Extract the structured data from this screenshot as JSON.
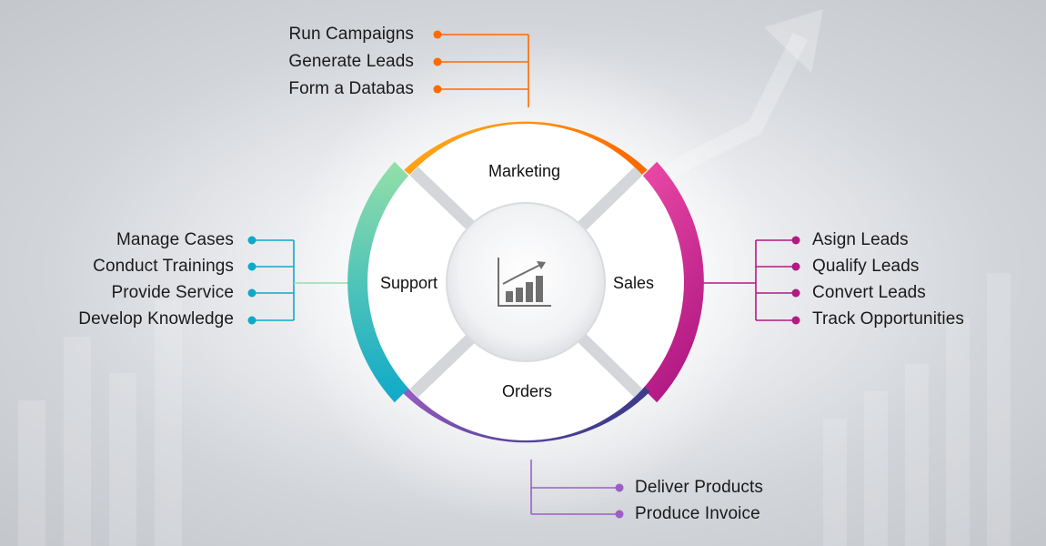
{
  "segments": {
    "marketing": {
      "label": "Marketing",
      "color_start": "#ffb21e",
      "color_end": "#ff6a00",
      "items": [
        "Run Campaigns",
        "Generate Leads",
        "Form a Databas"
      ]
    },
    "sales": {
      "label": "Sales",
      "color_start": "#ec4aa6",
      "color_end": "#b21a84",
      "items": [
        "Asign Leads",
        "Qualify Leads",
        "Convert Leads",
        "Track Opportunities"
      ]
    },
    "orders": {
      "label": "Orders",
      "color_start": "#9b5fc4",
      "color_end": "#3b3a8a",
      "items": [
        "Deliver Products",
        "Produce Invoice"
      ]
    },
    "support": {
      "label": "Support",
      "color_start": "#94dfa8",
      "color_end": "#0ea9c9",
      "items": [
        "Manage Cases",
        "Conduct Trainings",
        "Provide Service",
        "Develop Knowledge"
      ]
    }
  },
  "center_icon": "bar-chart-growth-icon"
}
